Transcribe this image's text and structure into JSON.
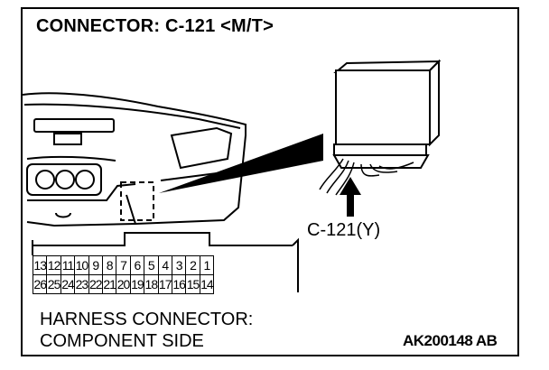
{
  "title": "CONNECTOR: C-121 <M/T>",
  "connector_callout": "C-121(Y)",
  "harness_label_line1": "HARNESS CONNECTOR:",
  "harness_label_line2": "COMPONENT SIDE",
  "figure_id": "AK200148 AB",
  "pins_top": [
    "13",
    "12",
    "11",
    "10",
    "9",
    "8",
    "7",
    "6",
    "5",
    "4",
    "3",
    "2",
    "1"
  ],
  "pins_bottom": [
    "26",
    "25",
    "24",
    "23",
    "22",
    "21",
    "20",
    "19",
    "18",
    "17",
    "16",
    "15",
    "14"
  ]
}
